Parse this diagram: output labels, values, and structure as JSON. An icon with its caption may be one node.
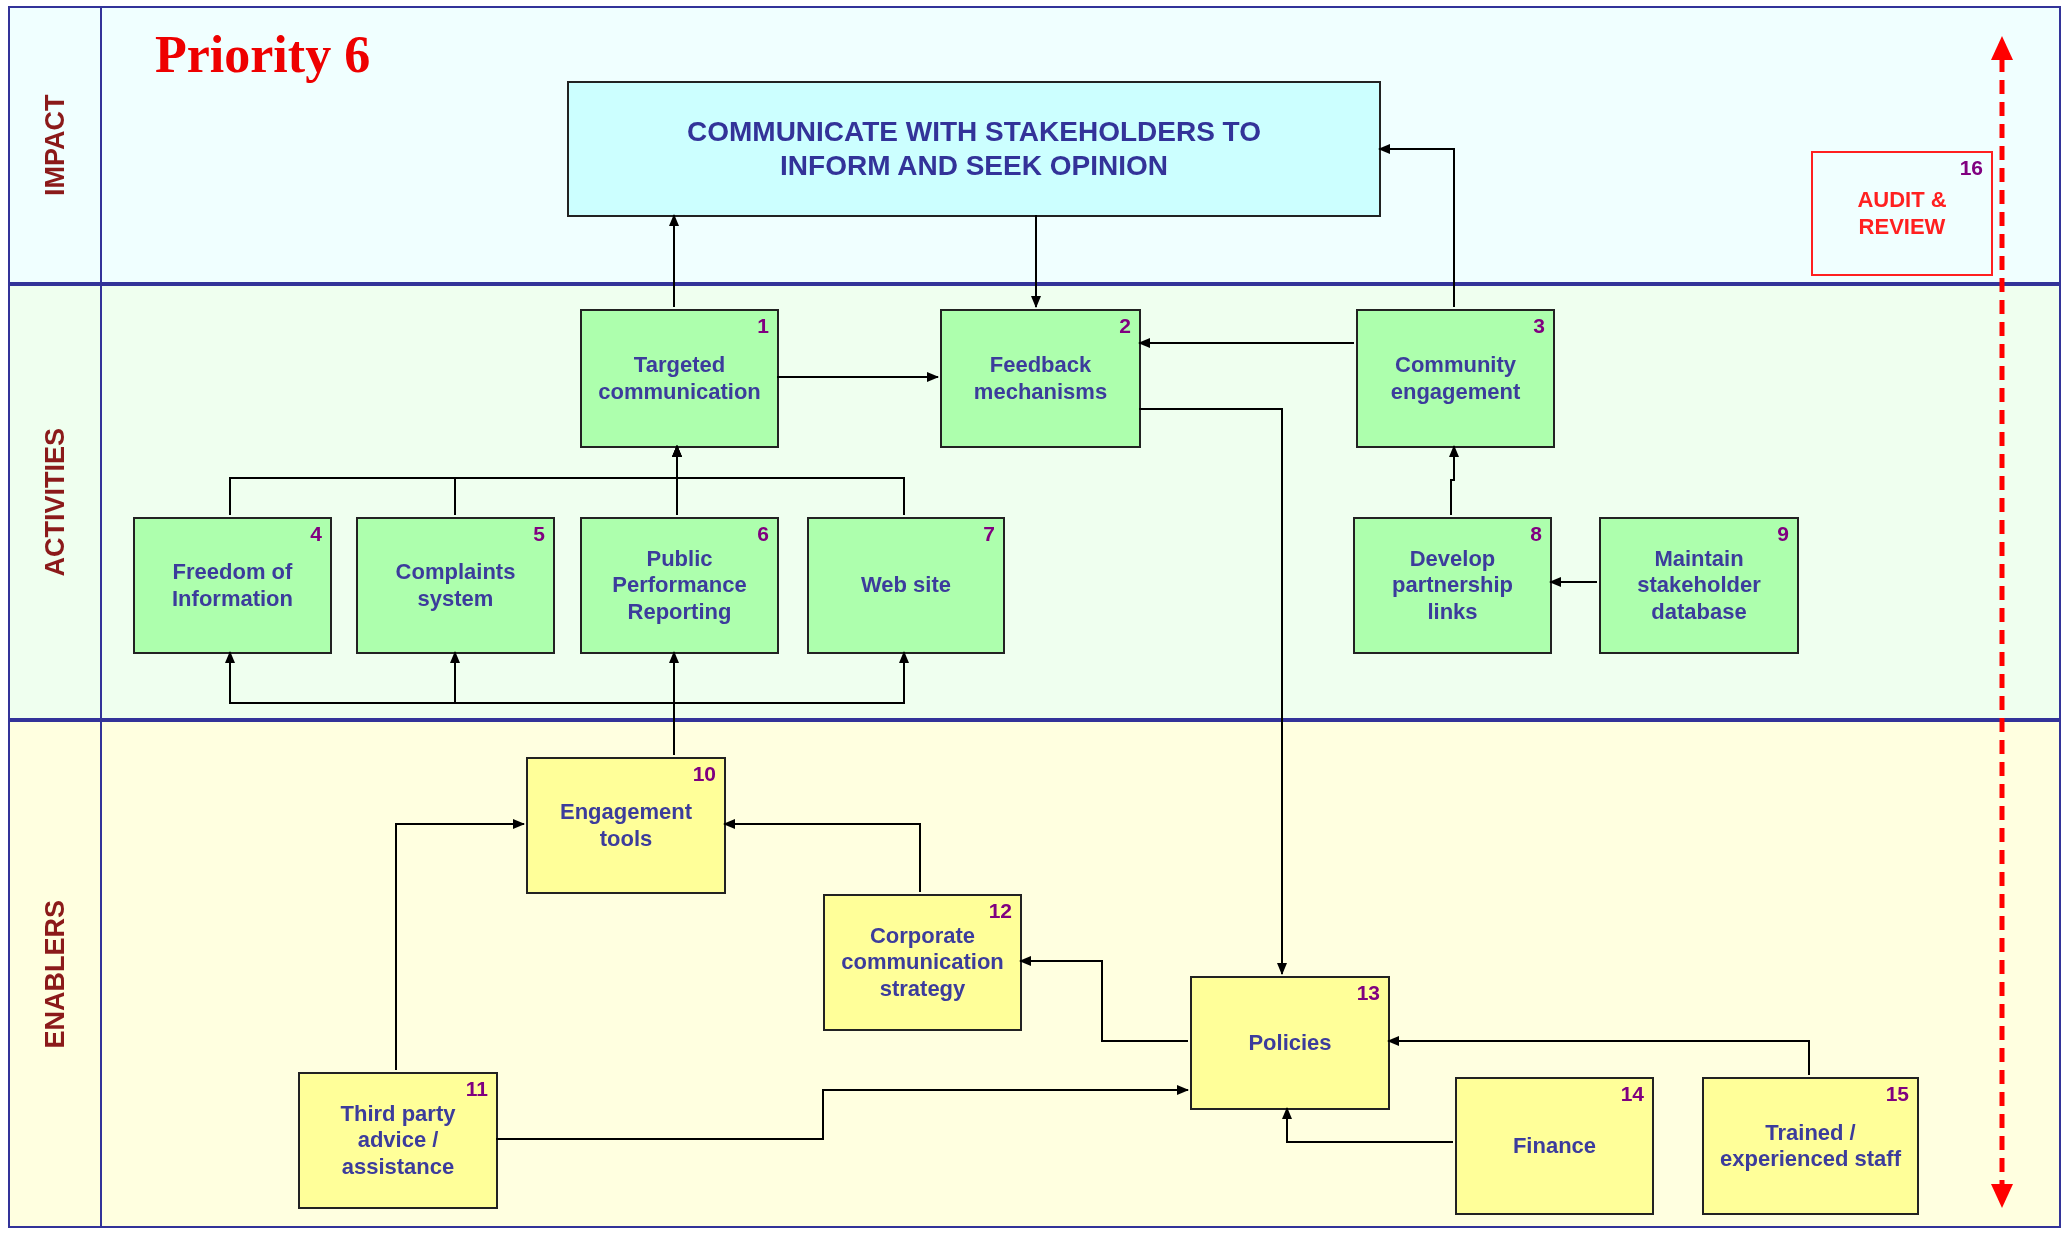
{
  "diagram": {
    "title": "Priority 6",
    "nodes": [
      {
        "text": [
          "IMPACT"
        ]
      },
      {
        "text": [
          "COMMUNICATE WITH STAKEHOLDERS TO INFORM AND SEEK OPINION"
        ],
        "in": 0
      },
      {
        "text": [
          "16",
          "AUDIT & REVIEW"
        ],
        "in": 0
      },
      {
        "text": [
          "ACTIVITIES"
        ]
      },
      {
        "text": [
          "1",
          "Targeted communication"
        ],
        "in": 3
      },
      {
        "text": [
          "2",
          "Feedback mechanisms"
        ],
        "in": 3
      },
      {
        "text": [
          "3",
          "Community engagement"
        ],
        "in": 3
      },
      {
        "text": [
          "4",
          "Freedom of Information"
        ],
        "in": 3
      },
      {
        "text": [
          "5",
          "Complaints system"
        ],
        "in": 3
      },
      {
        "text": [
          "6",
          "Public Performance Reporting"
        ],
        "in": 3
      },
      {
        "text": [
          "7",
          "Web site"
        ],
        "in": 3
      },
      {
        "text": [
          "8",
          "Develop partnership links"
        ],
        "in": 3
      },
      {
        "text": [
          "9",
          "Maintain stakeholder database"
        ],
        "in": 3
      },
      {
        "text": [
          "ENABLERS"
        ]
      },
      {
        "text": [
          "10",
          "Engagement tools"
        ],
        "in": 13
      },
      {
        "text": [
          "12",
          "Corporate communication strategy"
        ],
        "in": 13
      },
      {
        "text": [
          "13",
          "Policies"
        ],
        "in": 13
      },
      {
        "text": [
          "11",
          "Third party advice / assistance"
        ],
        "in": 13
      },
      {
        "text": [
          "14",
          "Finance"
        ],
        "in": 13
      },
      {
        "text": [
          "15",
          "Trained / experienced staff"
        ],
        "in": 13
      }
    ],
    "edges": [
      {
        "from": 4,
        "to": 1,
        "arrow": "to"
      },
      {
        "from": 1,
        "to": 5,
        "arrow": "to"
      },
      {
        "from": 4,
        "to": 5,
        "arrow": "to"
      },
      {
        "from": 6,
        "to": 5,
        "arrow": "to"
      },
      {
        "from": 6,
        "to": 1,
        "arrow": "to"
      },
      {
        "from": 11,
        "to": 6,
        "arrow": "to"
      },
      {
        "from": 12,
        "to": 11,
        "arrow": "to"
      },
      {
        "from": 7,
        "to": 4,
        "arrow": "to"
      },
      {
        "from": 8,
        "to": 4,
        "arrow": "to"
      },
      {
        "from": 9,
        "to": 4,
        "arrow": "to"
      },
      {
        "from": 10,
        "to": 4,
        "arrow": "to"
      },
      {
        "from": 14,
        "to": 7,
        "arrow": "to"
      },
      {
        "from": 14,
        "to": 8,
        "arrow": "to"
      },
      {
        "from": 14,
        "to": 9,
        "arrow": "to"
      },
      {
        "from": 14,
        "to": 10,
        "arrow": "to"
      },
      {
        "from": 5,
        "to": 16,
        "arrow": "to"
      },
      {
        "from": 17,
        "to": 14,
        "arrow": "to"
      },
      {
        "from": 15,
        "to": 14,
        "arrow": "to"
      },
      {
        "from": 16,
        "to": 15,
        "arrow": "to"
      },
      {
        "from": 17,
        "to": 16,
        "arrow": "to"
      },
      {
        "from": 18,
        "to": 16,
        "arrow": "to"
      },
      {
        "from": 19,
        "to": 16,
        "arrow": "to"
      }
    ]
  }
}
